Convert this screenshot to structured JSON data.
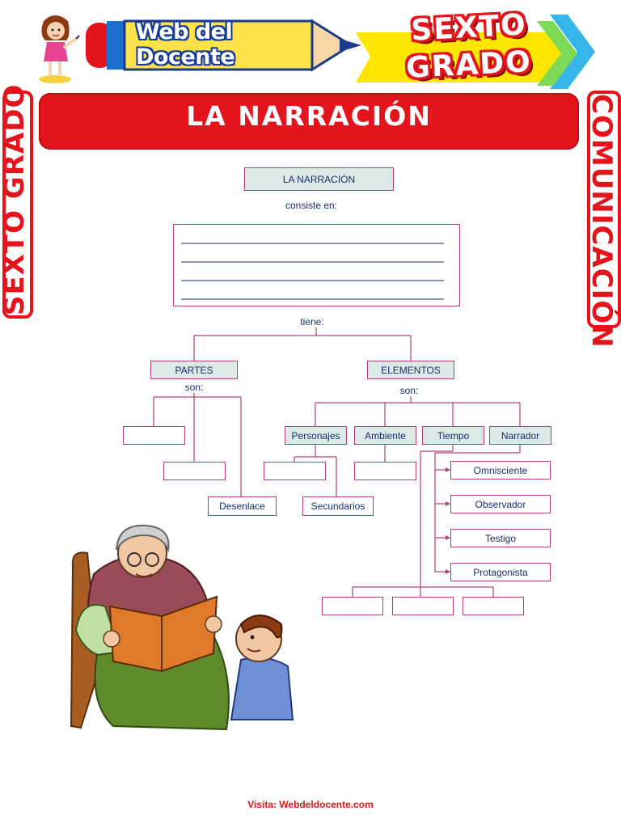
{
  "header": {
    "brand": "Web del Docente",
    "grade_line1": "SEXTO",
    "grade_line2": "GRADO"
  },
  "title": "LA NARRACIÓN",
  "side_left": "SEXTO GRADO",
  "side_right": "COMUNICACIÓN",
  "diagram": {
    "root": "LA NARRACIÓN",
    "consiste": "consiste en:",
    "tiene": "tiene:",
    "partes": "PARTES",
    "partes_son": "son:",
    "elementos": "ELEMENTOS",
    "elementos_son": "son:",
    "desenlace": "Desenlace",
    "personajes": "Personajes",
    "ambiente": "Ambiente",
    "tiempo": "Tiempo",
    "narrador": "Narrador",
    "secundarios": "Secundarios",
    "narrador_tipos": [
      "Omnisciente",
      "Observador",
      "Testigo",
      "Protagonista"
    ]
  },
  "footer": "Visita: Webdeldocente.com",
  "colors": {
    "red": "#e3141b",
    "box_fill": "#dbeae7",
    "line": "#b0407a",
    "text": "#1a2e6c"
  }
}
